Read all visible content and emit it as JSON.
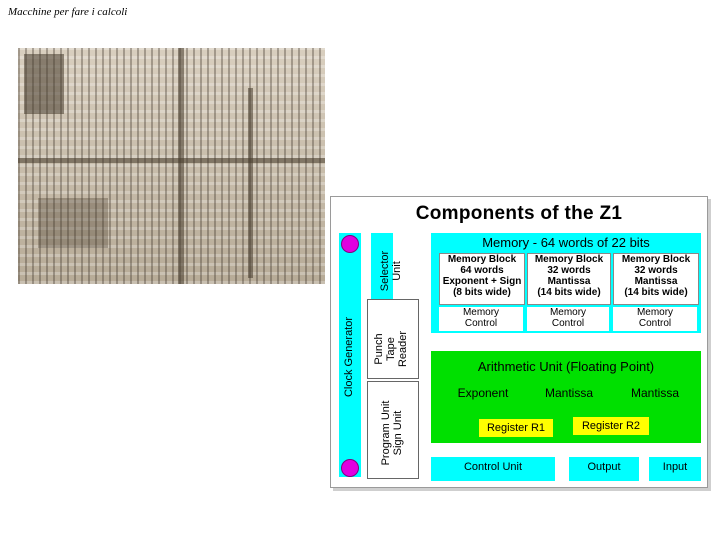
{
  "page_title": "Macchine per fare i calcoli",
  "diagram": {
    "title": "Components of the Z1",
    "clock_generator": "Clock Generator",
    "selector_unit": [
      "Selector",
      "Unit"
    ],
    "punch_tape_reader": [
      "Punch",
      "Tape",
      "Reader"
    ],
    "program_unit": [
      "Program Unit",
      "Sign Unit"
    ],
    "memory_header": "Memory - 64 words of 22 bits",
    "memory_blocks": [
      [
        "Memory Block",
        "64 words",
        "Exponent + Sign",
        "(8 bits wide)"
      ],
      [
        "Memory Block",
        "32 words",
        "Mantissa",
        "(14 bits wide)"
      ],
      [
        "Memory Block",
        "32 words",
        "Mantissa",
        "(14 bits wide)"
      ]
    ],
    "memory_controls": [
      [
        "Memory",
        "Control"
      ],
      [
        "Memory",
        "Control"
      ],
      [
        "Memory",
        "Control"
      ]
    ],
    "arithmetic_header": "Arithmetic Unit (Floating Point)",
    "arith_cells": [
      "Exponent",
      "Mantissa",
      "Mantissa"
    ],
    "registers": [
      "Register R1",
      "Register R2"
    ],
    "bottom": [
      "Control Unit",
      "Output",
      "Input"
    ]
  },
  "colors": {
    "memory": "#00ffff",
    "arithmetic": "#00e000",
    "registers": "#ffff00",
    "dots": "#e000e0"
  }
}
